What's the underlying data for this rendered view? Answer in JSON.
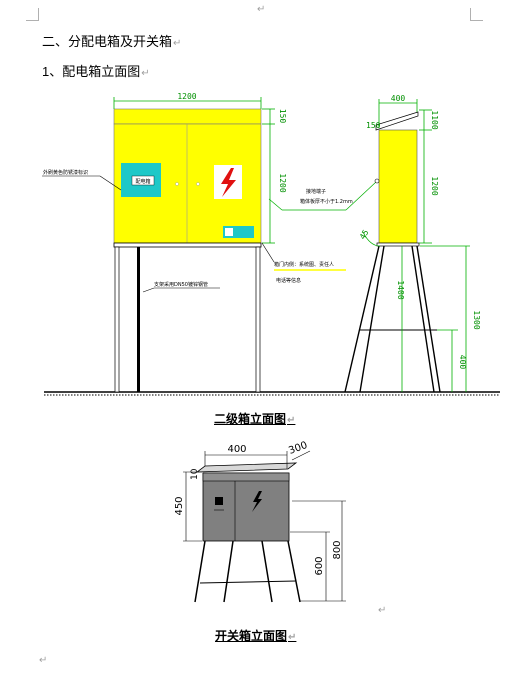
{
  "doc": {
    "heading_section": "二、分配电箱及开关箱",
    "heading_sub": "1、配电箱立面图",
    "caption_secondary": "二级箱立面图",
    "caption_switch": "开关箱立面图",
    "para_mark": "↵"
  },
  "drawing1": {
    "dim_width": "1200",
    "dim_top": "150",
    "dim_right_height": "1200",
    "dim_side_width": "400",
    "dim_side_top": "1100",
    "dim_side_height": "1200",
    "dim_angle": "45",
    "dim_leg_height": "1400",
    "dim_stand_height": "1300",
    "dim_stand_low": "400",
    "label_left": "外刷黄色防锈漆标识",
    "label_bottom": "支架采用DN50镀锌钢管",
    "label_right_1": "接地端子",
    "label_right_2": "箱体板厚不小于1.2mm",
    "label_yellow_1": "箱门内侧：系统图、责任人",
    "label_yellow_2": "电话等信息",
    "nameplate": "配电箱",
    "colors": {
      "box_fill": "#ffff00",
      "plate_fill": "#1ec8c8",
      "bolt": "#e01010",
      "dim": "#00b000"
    }
  },
  "drawing2": {
    "dim_width": "400",
    "dim_top": "300",
    "dim_lid": "10",
    "dim_height": "450",
    "dim_leg": "600",
    "dim_total": "800",
    "colors": {
      "box_fill": "#808080"
    }
  }
}
